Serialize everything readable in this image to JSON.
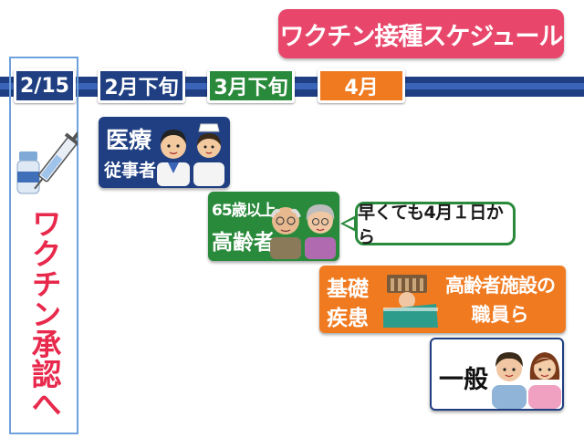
{
  "title": "ワクチン接種スケジュール",
  "timeline": [
    {
      "label": "2/15",
      "color": "#1f3f82"
    },
    {
      "label": "2月下旬",
      "color": "#1f3f82"
    },
    {
      "label": "3月下旬",
      "color": "#2a8a3c"
    },
    {
      "label": "4月",
      "color": "#f07a20"
    }
  ],
  "approval_text": "ワクチン承認へ",
  "groups": {
    "medical": {
      "line1": "医療",
      "line2": "従事者"
    },
    "elderly": {
      "line1": "65歳以上",
      "line2": "高齢者"
    },
    "basic": {
      "line1": "基礎",
      "line2": "疾患",
      "extra_line1": "高齢者施設の",
      "extra_line2": "職員ら"
    },
    "general": {
      "label": "一般"
    }
  },
  "note": "早くても4月１日から",
  "colors": {
    "title_bg": "#e8476b",
    "navy": "#1f3f82",
    "green": "#2a8a3c",
    "orange": "#f07a20",
    "approval_red": "#e8294c"
  },
  "icons": [
    "vaccine-syringe-icon",
    "doctor-icon",
    "nurse-icon",
    "elderly-man-icon",
    "elderly-woman-icon",
    "hospital-bed-patient-icon",
    "man-icon",
    "woman-icon"
  ]
}
